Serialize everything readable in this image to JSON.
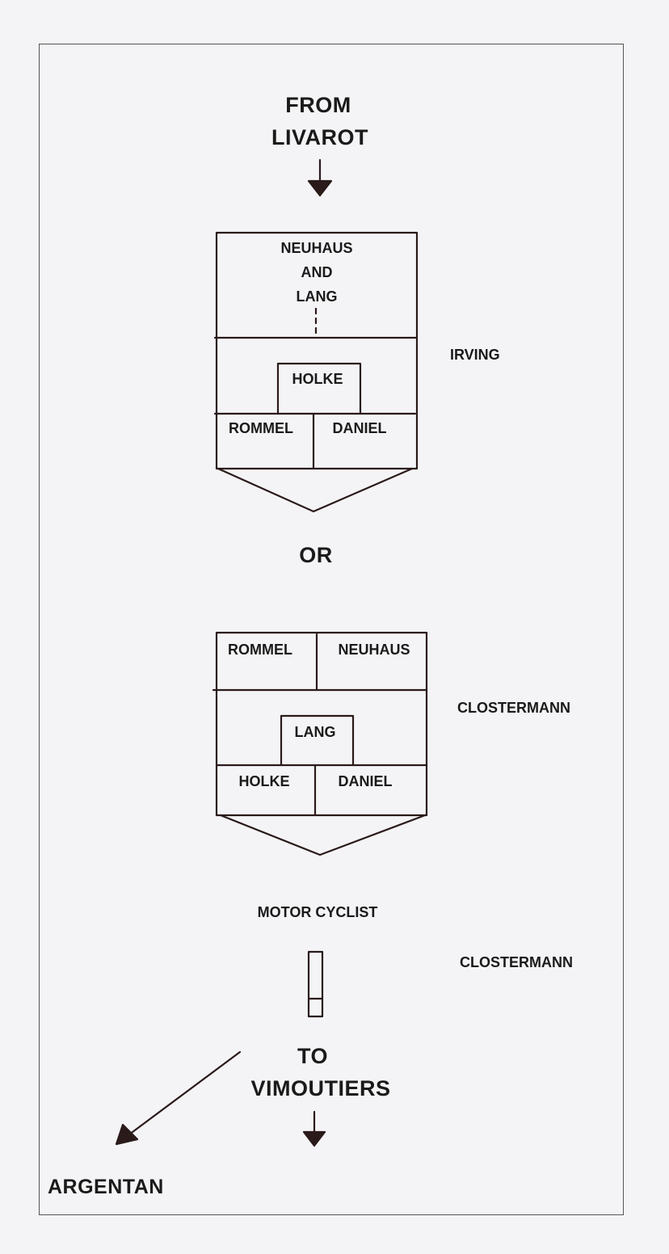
{
  "top": {
    "line1": "FROM",
    "line2": "LIVAROT"
  },
  "formation1": {
    "lead": {
      "line1": "NEUHAUS",
      "line2": "AND",
      "line3": "LANG"
    },
    "center": "HOLKE",
    "left": "ROMMEL",
    "right": "DANIEL",
    "escort": "IRVING"
  },
  "separator": "OR",
  "formation2": {
    "top_left": "ROMMEL",
    "top_right": "NEUHAUS",
    "center": "LANG",
    "left": "HOLKE",
    "right": "DANIEL",
    "escort": "CLOSTERMANN"
  },
  "motorcycle": {
    "label": "MOTOR CYCLIST",
    "escort": "CLOSTERMANN"
  },
  "bottom": {
    "line1": "TO",
    "line2": "VIMOUTIERS"
  },
  "branch": "ARGENTAN",
  "colors": {
    "ink": "#2a1a1a",
    "paper": "#f4f4f6",
    "frame": "#555555"
  }
}
